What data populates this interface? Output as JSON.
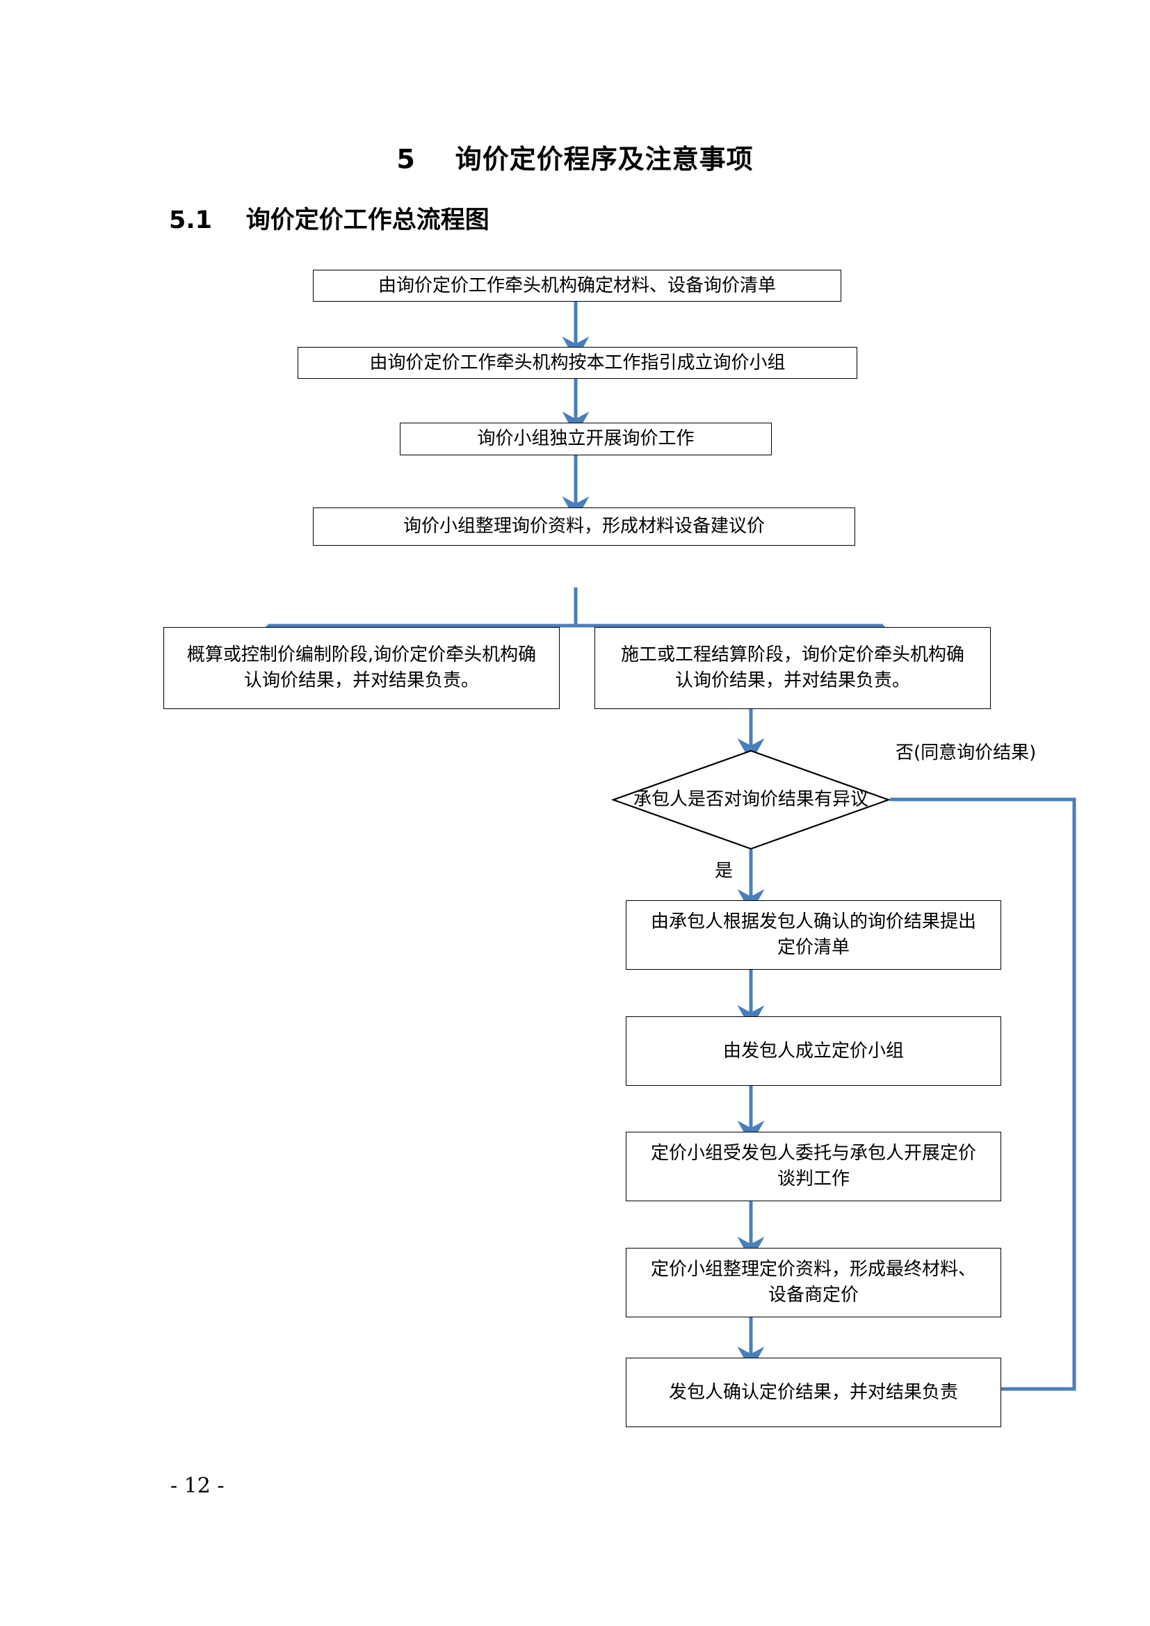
{
  "document": {
    "heading": "5    询价定价程序及注意事项",
    "subheading": "5.1    询价定价工作总流程图",
    "page_number": "- 12 -"
  },
  "colors": {
    "arrow": "#4a7ebb",
    "box_border": "#000000",
    "text": "#000000",
    "background": "#ffffff"
  },
  "flowchart": {
    "nodes": {
      "n1": "由询价定价工作牵头机构确定材料、设备询价清单",
      "n2": "由询价定价工作牵头机构按本工作指引成立询价小组",
      "n3": "询价小组独立开展询价工作",
      "n4": "询价小组整理询价资料，形成材料设备建议价",
      "n5_left": "概算或控制价编制阶段,询价定价牵头机构确认询价结果，并对结果负责。",
      "n5_right": "施工或工程结算阶段，询价定价牵头机构确认询价结果，并对结果负责。",
      "decision": "承包人是否对询价结果有异议",
      "n6": "由承包人根据发包人确认的询价结果提出定价清单",
      "n7": "由发包人成立定价小组",
      "n8": "定价小组受发包人委托与承包人开展定价谈判工作",
      "n9": "定价小组整理定价资料，形成最终材料、设备商定价",
      "n10": "发包人确认定价结果，并对结果负责"
    },
    "edge_labels": {
      "no_branch": "否(同意询价结果)",
      "yes_branch": "是"
    }
  }
}
